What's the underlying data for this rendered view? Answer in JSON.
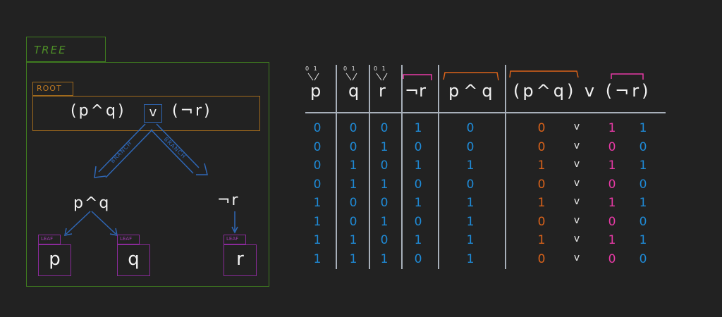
{
  "tree": {
    "title": "TREE",
    "root_label": "ROOT",
    "root_left": "(p^q)",
    "root_op": "v",
    "root_right": "(¬r)",
    "branch_label_left": "BRANCH",
    "branch_label_right": "BRANCH",
    "left_node": "p^q",
    "right_node": "¬r",
    "leaf_label": "LEAF",
    "leaves": [
      "p",
      "q",
      "r"
    ]
  },
  "table": {
    "value_hint": "0 1",
    "headers": [
      "p",
      "q",
      "r",
      "¬r",
      "p^q",
      "(p^q) v (¬r)"
    ],
    "rows": [
      {
        "p": "0",
        "q": "0",
        "r": "0",
        "not_r": "1",
        "p_and_q": "0",
        "res_left": "0",
        "op": "v",
        "res_right": "1",
        "result": "1"
      },
      {
        "p": "0",
        "q": "0",
        "r": "1",
        "not_r": "0",
        "p_and_q": "0",
        "res_left": "0",
        "op": "v",
        "res_right": "0",
        "result": "0"
      },
      {
        "p": "0",
        "q": "1",
        "r": "0",
        "not_r": "1",
        "p_and_q": "1",
        "res_left": "1",
        "op": "v",
        "res_right": "1",
        "result": "1"
      },
      {
        "p": "0",
        "q": "1",
        "r": "1",
        "not_r": "0",
        "p_and_q": "0",
        "res_left": "0",
        "op": "v",
        "res_right": "0",
        "result": "0"
      },
      {
        "p": "1",
        "q": "0",
        "r": "0",
        "not_r": "1",
        "p_and_q": "1",
        "res_left": "1",
        "op": "v",
        "res_right": "1",
        "result": "1"
      },
      {
        "p": "1",
        "q": "0",
        "r": "1",
        "not_r": "0",
        "p_and_q": "1",
        "res_left": "0",
        "op": "v",
        "res_right": "0",
        "result": "0"
      },
      {
        "p": "1",
        "q": "1",
        "r": "0",
        "not_r": "1",
        "p_and_q": "1",
        "res_left": "1",
        "op": "v",
        "res_right": "1",
        "result": "1"
      },
      {
        "p": "1",
        "q": "1",
        "r": "1",
        "not_r": "0",
        "p_and_q": "1",
        "res_left": "0",
        "op": "v",
        "res_right": "0",
        "result": "0"
      }
    ]
  },
  "colors": {
    "background": "#222222",
    "tree_frame": "#3f7d1f",
    "root_frame": "#a06a1d",
    "branch": "#2f68b8",
    "leaf": "#8a2a9a",
    "values": "#1f8ad6",
    "orange": "#d9621a",
    "pink": "#e83aa6"
  }
}
